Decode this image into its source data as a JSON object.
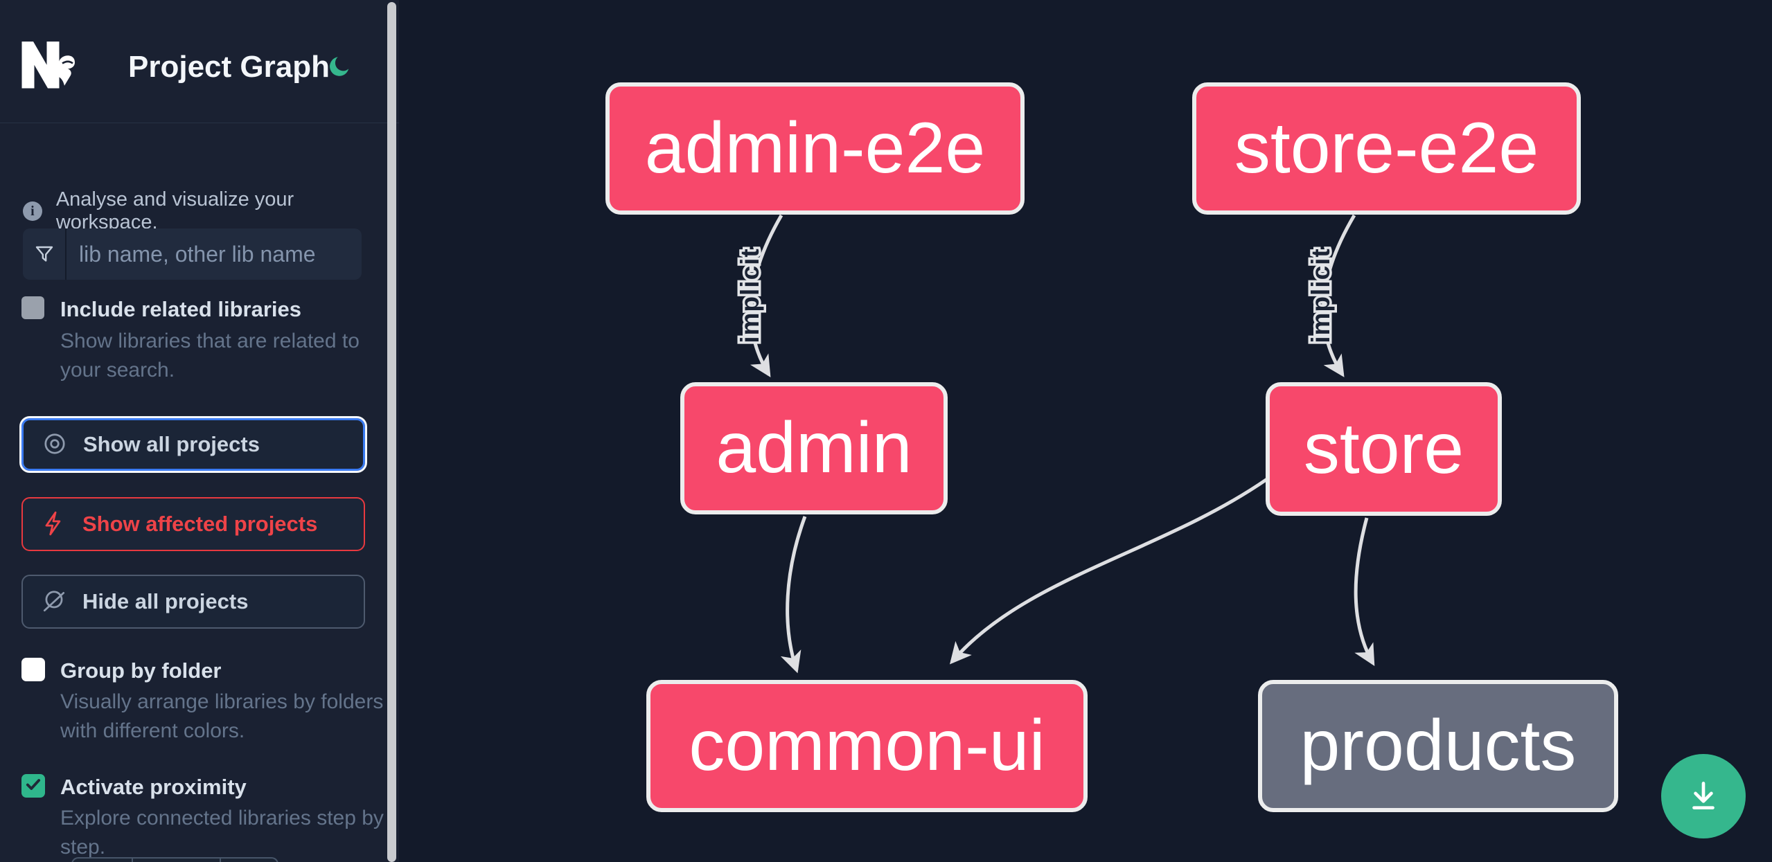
{
  "app": {
    "title": "Project Graph"
  },
  "sidebar": {
    "info_text": "Analyse and visualize your workspace.",
    "search_placeholder": "lib name, other lib name",
    "filters": [
      {
        "label": "Include related libraries",
        "description": "Show libraries that are related to your search.",
        "checked": false,
        "disabled": true
      },
      {
        "label": "Group by folder",
        "description": "Visually arrange libraries by folders with different colors.",
        "checked": false,
        "disabled": false
      },
      {
        "label": "Activate proximity",
        "description": "Explore connected libraries step by step.",
        "checked": true,
        "disabled": false
      }
    ],
    "buttons": [
      {
        "label": "Show all projects",
        "icon": "eye-icon",
        "state": "focused"
      },
      {
        "label": "Show affected projects",
        "icon": "bolt-icon",
        "state": "danger"
      },
      {
        "label": "Hide all projects",
        "icon": "eye-slash-icon",
        "state": "default"
      }
    ]
  },
  "graph": {
    "nodes": [
      {
        "label": "admin-e2e",
        "type": "affected"
      },
      {
        "label": "store-e2e",
        "type": "affected"
      },
      {
        "label": "admin",
        "type": "affected"
      },
      {
        "label": "store",
        "type": "affected"
      },
      {
        "label": "common-ui",
        "type": "affected"
      },
      {
        "label": "products",
        "type": "normal"
      }
    ],
    "edges": [
      {
        "source": "admin-e2e",
        "target": "admin",
        "label": "implicit"
      },
      {
        "source": "store-e2e",
        "target": "store",
        "label": "implicit"
      },
      {
        "source": "admin",
        "target": "common-ui",
        "label": ""
      },
      {
        "source": "store",
        "target": "common-ui",
        "label": ""
      },
      {
        "source": "store",
        "target": "products",
        "label": ""
      }
    ]
  },
  "icons": {
    "logo": "nx-logo",
    "theme": "moon-icon",
    "info": "info-icon",
    "search": "filter-funnel-icon",
    "show_all": "eye-icon",
    "show_affected": "bolt-icon",
    "hide_all": "eye-slash-icon",
    "proximity_check": "checkmark-icon",
    "download": "download-icon"
  },
  "colors": {
    "sidebar_bg": "#1a2132",
    "canvas_bg": "#131a2a",
    "node_affected": "#f7486b",
    "node_normal": "#676d7e",
    "node_border": "#eceded",
    "edge": "#dedfe2",
    "accent_green": "#35b78d",
    "focus_blue": "#3b7bf2",
    "danger_red": "#e8393f"
  }
}
